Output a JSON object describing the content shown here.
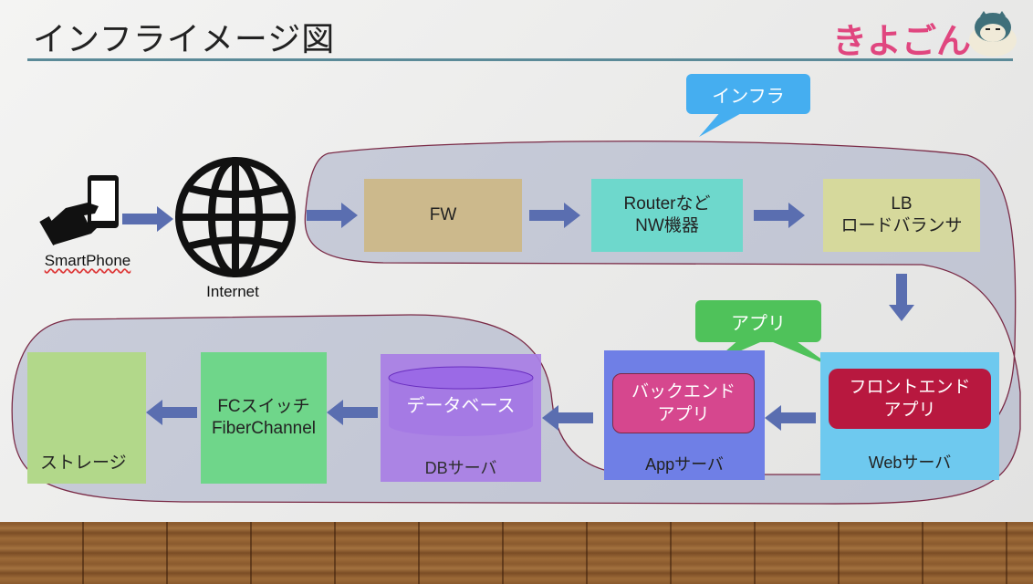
{
  "title": "インフライメージ図",
  "logo": "きよごん",
  "colors": {
    "fw": "#ccb98c",
    "router": "#6ed8cc",
    "lb": "#d6d99c",
    "web": "#6ec9ef",
    "web_inner": "#b8183f",
    "app": "#6f7fe6",
    "app_inner": "#d6478e",
    "db": "#a97fe6",
    "db_cyl": "#7c3fd0",
    "fc": "#6fd68a",
    "storage": "#b2d88a",
    "arrow": "#5a6eb0",
    "bubble_infra": "#45aef0",
    "bubble_app": "#4fc25a",
    "region": "rgba(150,160,190,0.45)",
    "region_stroke": "#7a2a46"
  },
  "nodes": {
    "smartphone": "SmartPhone",
    "internet": "Internet",
    "fw": "FW",
    "router": "Routerなど\nNW機器",
    "lb": "LB\nロードバランサ",
    "web_server": "Webサーバ",
    "frontend_app": "フロントエンド\nアプリ",
    "app_server": "Appサーバ",
    "backend_app": "バックエンド\nアプリ",
    "db_server": "DBサーバ",
    "database": "データベース",
    "fc_switch": "FCスイッチ\nFiberChannel",
    "storage": "ストレージ"
  },
  "callouts": {
    "infra": "インフラ",
    "app": "アプリ"
  },
  "icons": {
    "smartphone": "hand-holding-phone-icon",
    "internet": "globe-icon",
    "arrow": "block-arrow-icon",
    "mascot": "mascot-icon"
  }
}
